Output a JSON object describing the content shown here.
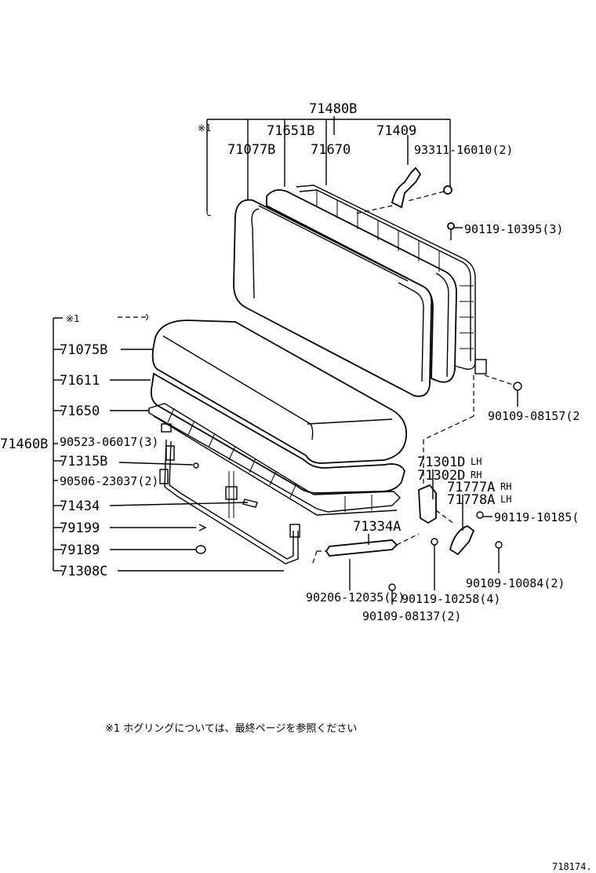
{
  "labels": {
    "p71480b": "71480B",
    "p71651b": "71651B",
    "p71409": "71409",
    "p71077b": "71077B",
    "p71670": "71670",
    "p93311": "93311-16010(2)",
    "p90119_10395": "90119-10395(3)",
    "p90109_08157": "90109-08157(2",
    "p71075b": "71075B",
    "p71611": "71611",
    "p71650": "71650",
    "p71460b": "71460B",
    "p90523": "90523-06017(3)",
    "p71315b": "71315B",
    "p90506": "90506-23037(2)",
    "p71434": "71434",
    "p79199": "79199",
    "p79189": "79189",
    "p71308c": "71308C",
    "p71301d": "71301D",
    "p71302d": "71302D",
    "p71777a": "71777A",
    "p71778a": "71778A",
    "p90119_10185": "90119-10185(",
    "p71334a": "71334A",
    "p90109_10084": "90109-10084(2)",
    "p90206": "90206-12035(2)",
    "p90119_10258": "90119-10258(4)",
    "p90109_08137": "90109-08137(2)",
    "ref1a": "※1",
    "ref1b": "※1",
    "sub_lh": "LH",
    "sub_rh": "RH",
    "footnote": "※1 ホグリングについては、最終ページを参照ください",
    "diagram_id": "718174."
  }
}
